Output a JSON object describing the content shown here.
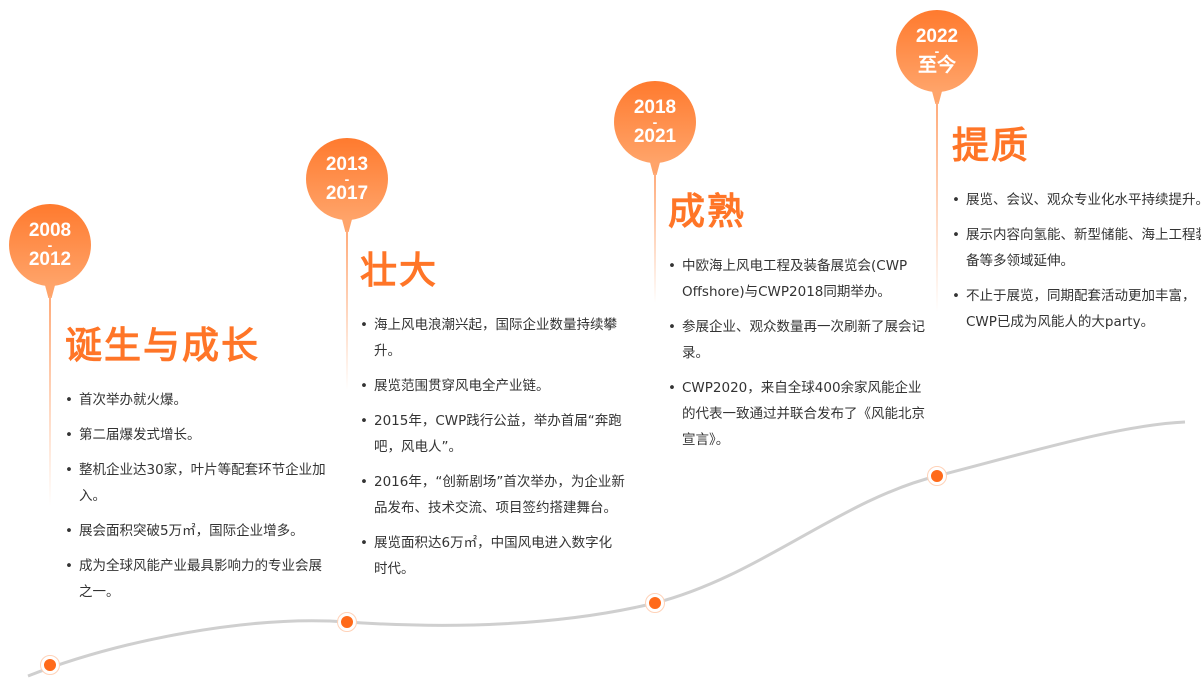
{
  "colors": {
    "accent": "#ff7527",
    "curve": "#cfcfcf"
  },
  "stages": [
    {
      "years_start": "2008",
      "dash": "-",
      "years_end": "2012",
      "title": "诞生与成长",
      "items": [
        "首次举办就火爆。",
        "第二届爆发式增长。",
        "整机企业达30家，叶片等配套环节企业加入。",
        "展会面积突破5万㎡，国际企业增多。",
        "成为全球风能产业最具影响力的专业会展之一。"
      ]
    },
    {
      "years_start": "2013",
      "dash": "-",
      "years_end": "2017",
      "title": "壮大",
      "items": [
        "海上风电浪潮兴起，国际企业数量持续攀升。",
        "展览范围贯穿风电全产业链。",
        "2015年，CWP践行公益，举办首届“奔跑吧，风电人”。",
        "2016年，“创新剧场”首次举办，为企业新品发布、技术交流、项目签约搭建舞台。",
        "展览面积达6万㎡，中国风电进入数字化时代。"
      ]
    },
    {
      "years_start": "2018",
      "dash": "-",
      "years_end": "2021",
      "title": "成熟",
      "items": [
        "中欧海上风电工程及装备展览会(CWP　Offshore)与CWP2018同期举办。",
        "参展企业、观众数量再一次刷新了展会记录。",
        "CWP2020，来自全球400余家风能企业的代表一致通过并联合发布了《风能北京宣言》。"
      ]
    },
    {
      "years_start": "2022",
      "dash": "-",
      "years_end": "至今",
      "title": "提质",
      "items": [
        "展览、会议、观众专业化水平持续提升。",
        "展示内容向氢能、新型储能、海上工程装备等多领域延伸。",
        "不止于展览，同期配套活动更加丰富，CWP已成为风能人的大party。"
      ]
    }
  ]
}
